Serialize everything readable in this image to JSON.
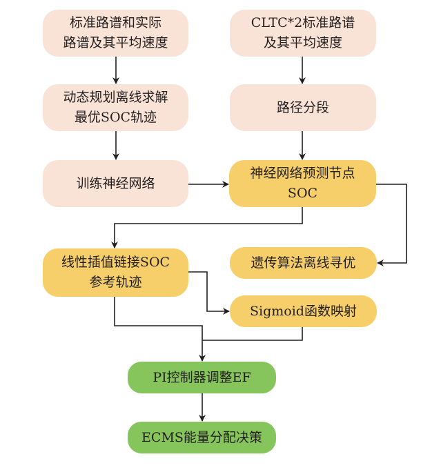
{
  "diagram": {
    "nodes": {
      "standard_actual": {
        "lines": [
          "标准路谱和实际",
          "路谱及其平均速度"
        ]
      },
      "dp_offline": {
        "lines": [
          "动态规划离线求解",
          "最优SOC轨迹"
        ]
      },
      "train_nn": {
        "lines": [
          "训练神经网络"
        ]
      },
      "cltc": {
        "lines": [
          "CLTC*2标准路谱",
          "及其平均速度"
        ]
      },
      "path_segment": {
        "lines": [
          "路径分段"
        ]
      },
      "nn_predict": {
        "lines": [
          "神经网络预测节点",
          "SOC"
        ]
      },
      "ga_offline": {
        "lines": [
          "遗传算法离线寻优"
        ]
      },
      "linear_interp": {
        "lines": [
          "线性插值链接SOC",
          "参考轨迹"
        ]
      },
      "sigmoid": {
        "lines": [
          "Sigmoid函数映射"
        ]
      },
      "pi_controller": {
        "lines": [
          "PI控制器调整EF"
        ]
      },
      "ecms": {
        "lines": [
          "ECMS能量分配决策"
        ]
      }
    },
    "edges": [
      {
        "from": "standard_actual",
        "to": "dp_offline"
      },
      {
        "from": "dp_offline",
        "to": "train_nn"
      },
      {
        "from": "train_nn",
        "to": "nn_predict"
      },
      {
        "from": "cltc",
        "to": "path_segment"
      },
      {
        "from": "path_segment",
        "to": "nn_predict"
      },
      {
        "from": "nn_predict",
        "to": "ga_offline"
      },
      {
        "from": "nn_predict",
        "to": "linear_interp"
      },
      {
        "from": "linear_interp",
        "to": "sigmoid"
      },
      {
        "from": "linear_interp",
        "to": "pi_controller"
      },
      {
        "from": "sigmoid",
        "to": "pi_controller"
      },
      {
        "from": "pi_controller",
        "to": "ecms"
      }
    ],
    "colors": {
      "input_stage": "#f9e3d6",
      "processing_stage": "#f6cf6a",
      "control_stage": "#86c55b",
      "edge": "#231f20"
    }
  }
}
